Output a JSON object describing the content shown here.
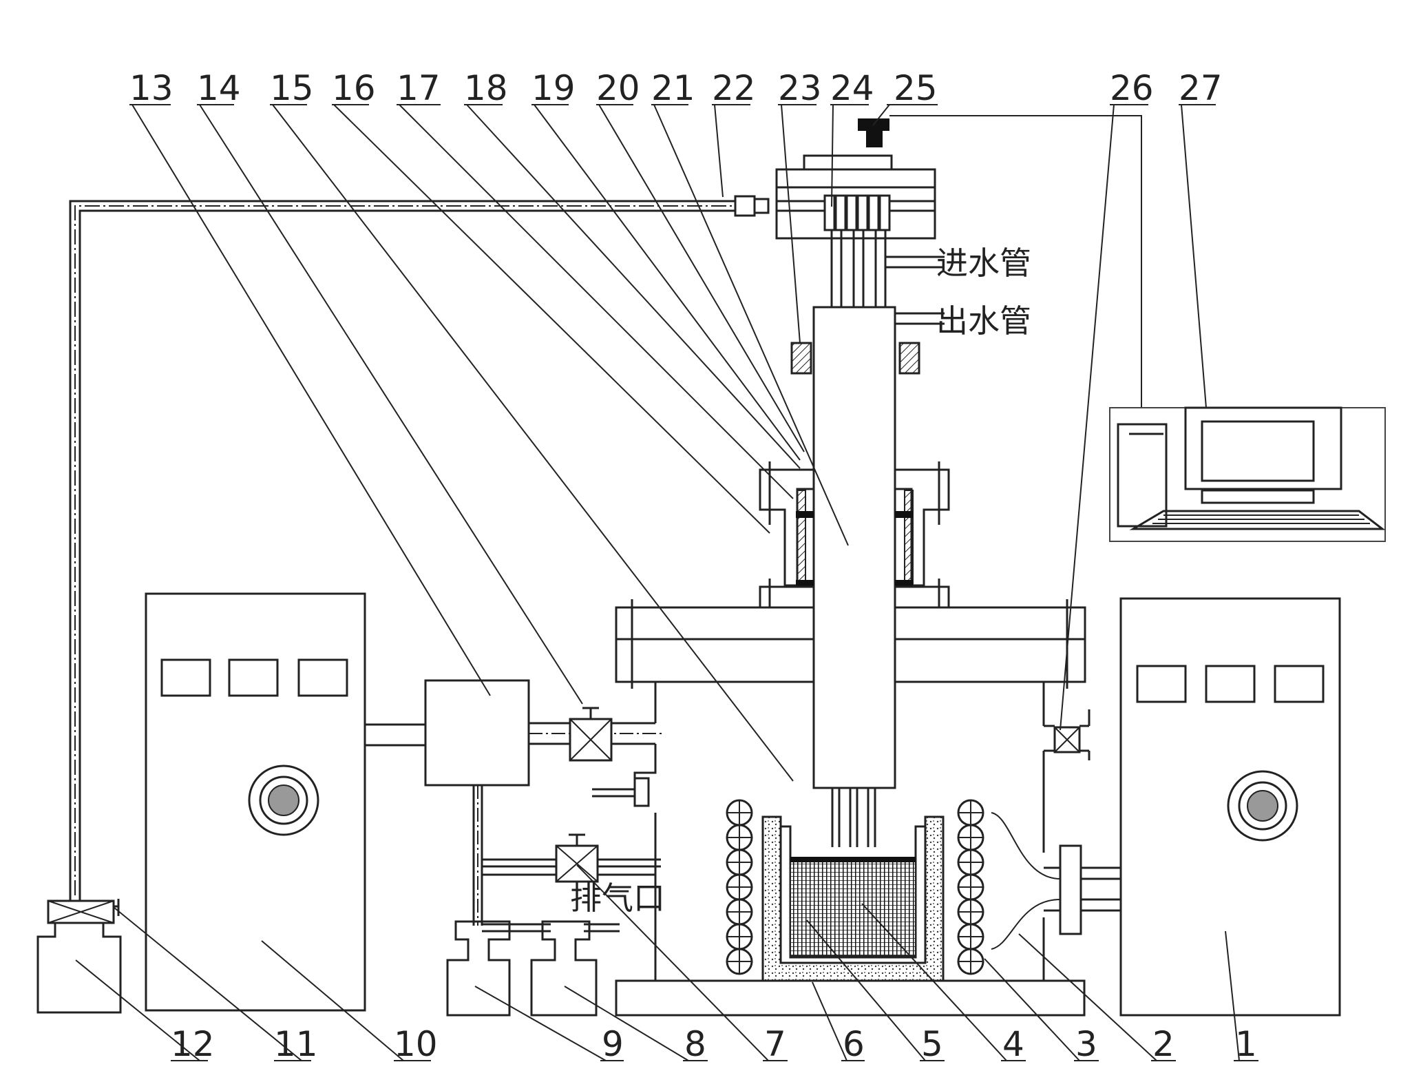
{
  "labels": {
    "top": [
      "13",
      "14",
      "15",
      "16",
      "17",
      "18",
      "19",
      "20",
      "21",
      "22",
      "23",
      "24",
      "25",
      "26",
      "27"
    ],
    "bottom": [
      "12",
      "11",
      "10",
      "9",
      "8",
      "7",
      "6",
      "5",
      "4",
      "3",
      "2",
      "1"
    ]
  },
  "annotations": {
    "water_inlet": "进水管",
    "water_outlet": "出水管",
    "exhaust_port": "排气口"
  }
}
